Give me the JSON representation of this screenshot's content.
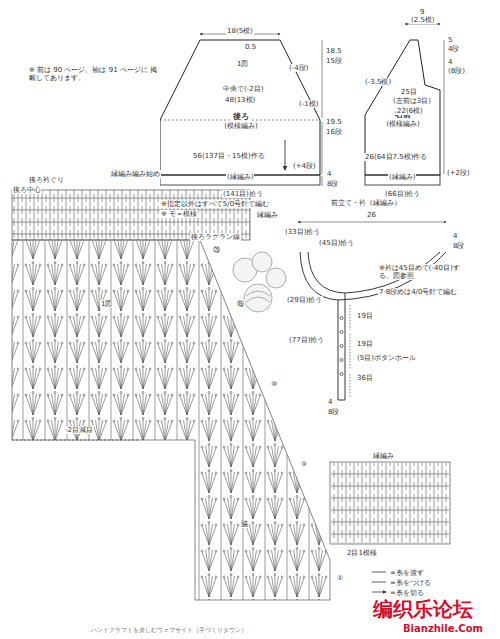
{
  "diagram": {
    "nodes": [
      {
        "text": [
          "後ろ",
          "(模様編み)"
        ]
      },
      {
        "text": [
          "右前",
          "(模様編み)"
        ]
      }
    ],
    "labels": [
      "※ 前は 90 ページ、袖は 91 ページに 掲載してあります。",
      "18(5模)",
      "0.5",
      "1図",
      "(-4段)",
      "18.5",
      "15段",
      "中央で(-2目)",
      "48(13模)",
      "(-1模)",
      "19.5",
      "16段",
      "56(137目・15模)作る",
      "(+4段)",
      "縁編み編み始め",
      "(縁編み)",
      "(141目)拾う",
      "4",
      "8段",
      "9",
      "(2.5模)",
      "5",
      "4段",
      "4",
      "(8段)",
      "(-3.5模)",
      "25目",
      "(左前は3目)",
      "22(6模)",
      "26(64目7.5模)作る",
      "(+2段)",
      "(縁編み)",
      "(66目)拾う",
      "※指定以外はすべて5/0号針で編む",
      "※ モ＝模様",
      "後ろラグラン線",
      "前立て・衿（縁編み）",
      "26",
      "(33目)拾う",
      "(45目)拾う",
      "4",
      "8段",
      "※衿は45目めで(-40目)する。図参照",
      "7·8段めは4/0号針で編む",
      "(29目)拾う",
      "19目",
      "(77目)拾う",
      "19目",
      "(5目)ボタンホール",
      "36目",
      "4",
      "8段",
      "縁編み",
      "2目1模様",
      "後ろ衿ぐり",
      "後ろ中心",
      "縁編み",
      "1図",
      "-2目減目",
      "脇",
      "⑳",
      "⑮",
      "⑩",
      "⑤",
      "①",
      "ハンドクラフトを楽しむウェブサイト［手づくりタウン］",
      "编织乐论坛",
      "Bianzhile.Com"
    ],
    "legend": [
      {
        "text": "=糸を渡す"
      },
      {
        "text": "=糸をつける"
      },
      {
        "text": "=糸を切る"
      }
    ]
  }
}
